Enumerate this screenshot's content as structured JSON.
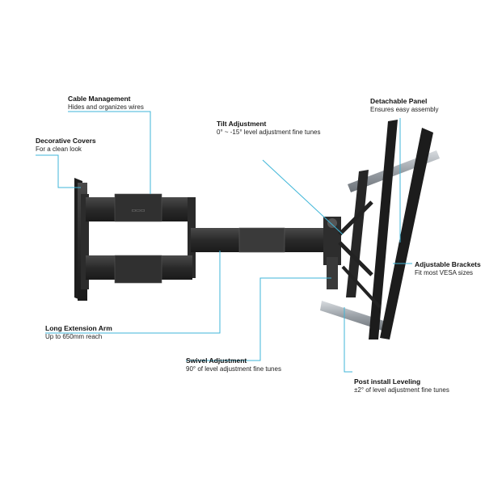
{
  "accent_color": "#3fb6d8",
  "callouts": {
    "cable": {
      "title": "Cable Management",
      "desc": "Hides and organizes wires"
    },
    "covers": {
      "title": "Decorative Covers",
      "desc": "For a clean look"
    },
    "tilt": {
      "title": "Tilt Adjustment",
      "desc": "0° ~ -15° level adjustment fine tunes"
    },
    "panel": {
      "title": "Detachable Panel",
      "desc": "Ensures easy assembly"
    },
    "brackets": {
      "title": "Adjustable Brackets",
      "desc": "Fit most VESA sizes"
    },
    "arm": {
      "title": "Long Extension Arm",
      "desc": "Up to 650mm reach"
    },
    "swivel": {
      "title": "Swivel Adjustment",
      "desc": "90° of level adjustment fine tunes"
    },
    "leveling": {
      "title": "Post install Leveling",
      "desc": "±2° of level adjustment fine tunes"
    }
  }
}
